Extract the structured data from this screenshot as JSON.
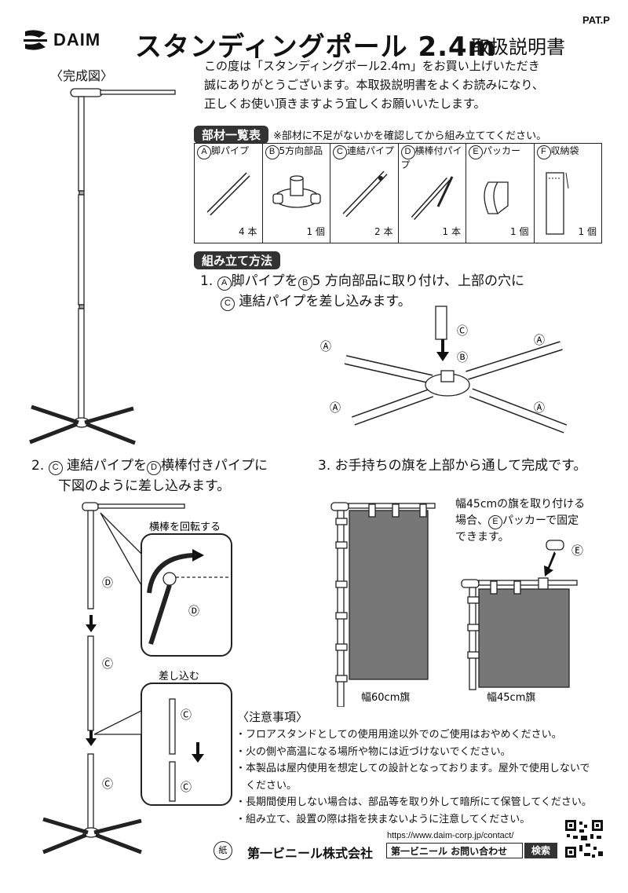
{
  "header": {
    "brand": "DAIM",
    "title": "スタンディングポール 2.4m",
    "subtitle": "取扱説明書",
    "pat": "PAT.P"
  },
  "figure_label": "〈完成図〉",
  "intro": [
    "この度は「スタンディングポール2.4ｍ」をお買い上げいただき",
    "誠にありがとうございます。本取扱説明書をよくお読みになり、",
    "正しくお使い頂きますよう宜しくお願いいたします。"
  ],
  "parts": {
    "heading": "部材一覧表",
    "note": "※部材に不足がないかを確認してから組み立ててください。",
    "items": [
      {
        "mark": "A",
        "name": "脚パイプ",
        "count": "4 本"
      },
      {
        "mark": "B",
        "name": "5方向部品",
        "count": "1 個"
      },
      {
        "mark": "C",
        "name": "連結パイプ",
        "count": "2 本"
      },
      {
        "mark": "D",
        "name": "横棒付パイプ",
        "count": "1 本"
      },
      {
        "mark": "E",
        "name": "パッカー",
        "count": "1 個"
      },
      {
        "mark": "F",
        "name": "収納袋",
        "count": "1 個"
      }
    ]
  },
  "assembly": {
    "heading": "組み立て方法",
    "step1": {
      "num": "1.",
      "text1": "脚パイプを",
      "text2": "5 方向部品に取り付け、上部の穴に",
      "text3": "連結パイプを差し込みます。"
    },
    "step2": {
      "num": "2.",
      "text1": "連結パイプを",
      "text2": "横棒付きパイプに",
      "text3": "下図のように差し込みます。",
      "rotate": "横棒を回転する",
      "insert": "差し込む"
    },
    "step3": {
      "num": "3.",
      "text": "お手持ちの旗を上部から通して完成です。",
      "side_note": [
        "幅45cmの旗を取り付ける",
        "場合、",
        "パッカーで固定",
        "できます。"
      ],
      "flag60": "幅60cm旗",
      "flag45": "幅45cm旗"
    }
  },
  "notes": {
    "title": "〈注意事項〉",
    "items": [
      "・フロアスタンドとしての使用用途以外でのご使用はおやめください。",
      "・火の側や高温になる場所や物には近づけないでください。",
      "・本製品は屋内使用を想定しての設計となっております。屋外で使用しないで",
      "　ください。",
      "・長期間使用しない場合は、部品等を取り外して暗所にて保管してください。",
      "・組み立て、設置の際は指を挟まないように注意してください。"
    ]
  },
  "footer": {
    "url": "https://www.daim-corp.jp/contact/",
    "company": "第一ビニール株式会社",
    "search_text": "第一ビニール お問い合わせ",
    "search_button": "検索",
    "recycle": "紙"
  },
  "marks": {
    "A": "A",
    "B": "B",
    "C": "C",
    "D": "D",
    "E": "E",
    "F": "F"
  }
}
